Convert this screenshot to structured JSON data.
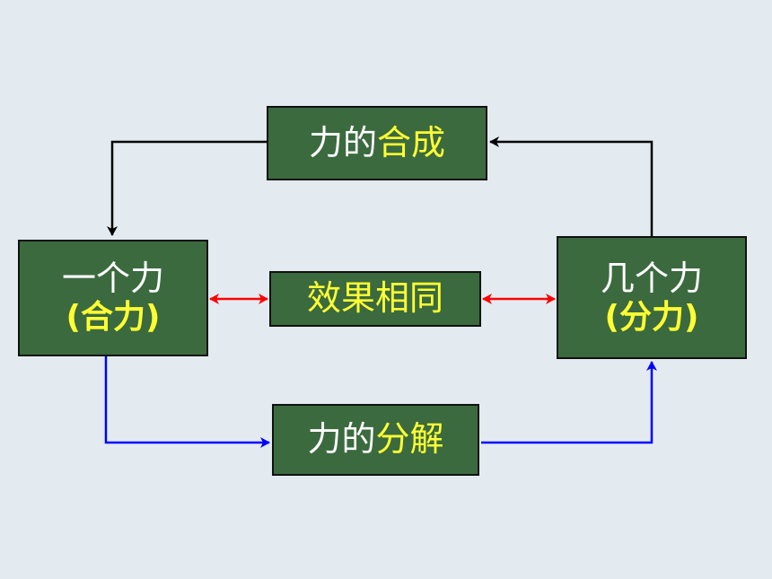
{
  "boxes": {
    "synthesis": {
      "prefix": "力的",
      "highlight": "合成"
    },
    "decomposition": {
      "prefix": "力的",
      "highlight": "分解"
    },
    "equal_effect": {
      "label": "效果相同"
    },
    "one_force": {
      "line1": "一个力",
      "line2_open": "(",
      "line2_highlight": "合力",
      "line2_close": ")"
    },
    "several_forces": {
      "line1": "几个力",
      "line2_open": "(",
      "line2_highlight": "分力",
      "line2_close": ")"
    }
  },
  "colors": {
    "background": "#e3ebf1",
    "box_fill": "#3b6a3f",
    "text_white": "#ffffff",
    "text_yellow": "#ffff33",
    "arrow_black": "#000000",
    "arrow_red": "#ff0000",
    "arrow_blue": "#0000ff"
  }
}
